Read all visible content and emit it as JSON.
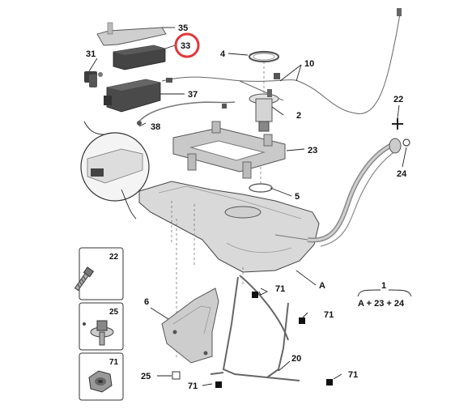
{
  "callouts": {
    "c35": "35",
    "c33": "33",
    "c31": "31",
    "c37": "37",
    "c38": "38",
    "c4": "4",
    "c10": "10",
    "c2": "2",
    "c22": "22",
    "c24": "24",
    "c23": "23",
    "c5": "5",
    "cA": "A",
    "c6": "6",
    "c71a": "71",
    "c71b": "71",
    "c71c": "71",
    "c71d": "71",
    "c20": "20",
    "c25": "25",
    "c1": "1"
  },
  "formula": "A + 23 + 24",
  "legend": [
    {
      "label": "22"
    },
    {
      "label": "25"
    },
    {
      "label": "71"
    }
  ],
  "colors": {
    "highlight_ring": "#e0383b",
    "part_fill": "#d9d9d9",
    "dark_part": "#3a3a3a"
  }
}
